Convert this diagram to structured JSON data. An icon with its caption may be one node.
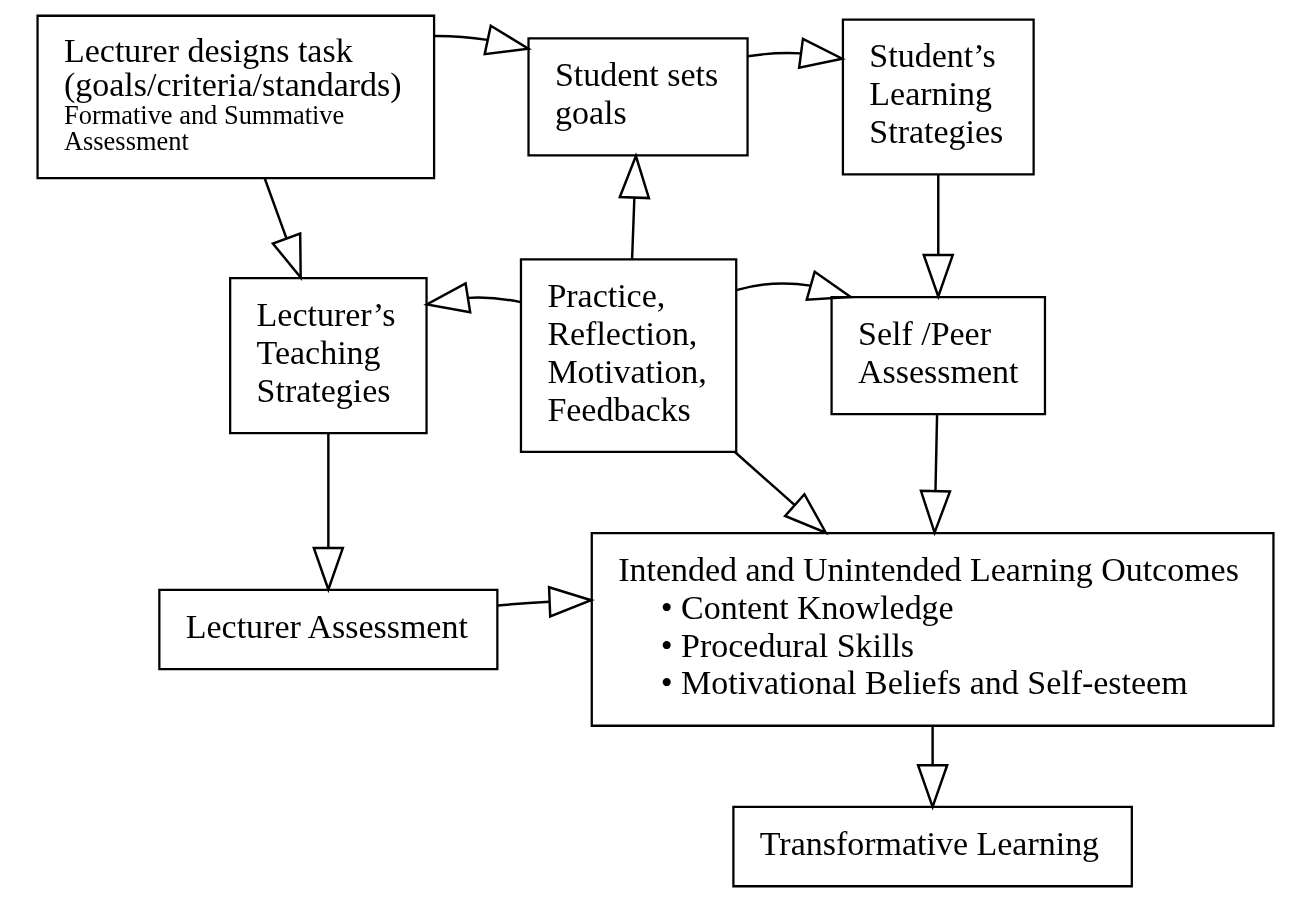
{
  "diagram": {
    "nodes": [
      {
        "text": [
          "Lecturer designs task (goals/criteria/standards)",
          "Formative and Summative Assessment"
        ]
      },
      {
        "text": [
          "Student sets goals"
        ]
      },
      {
        "text": [
          "Student’s Learning Strategies"
        ]
      },
      {
        "text": [
          "Lecturer’s Teaching Strategies"
        ]
      },
      {
        "text": [
          "Practice, Reflection, Motivation, Feedbacks"
        ]
      },
      {
        "text": [
          "Self /Peer Assessment"
        ]
      },
      {
        "text": [
          "Lecturer Assessment"
        ]
      },
      {
        "text": [
          "Intended and Unintended Learning Outcomes",
          "• Content Knowledge",
          "• Procedural Skills",
          "• Motivational Beliefs and Self-esteem"
        ]
      },
      {
        "text": [
          "Transformative Learning"
        ]
      }
    ],
    "edges": [
      {
        "from": 0,
        "to": 1,
        "arrow": "to"
      },
      {
        "from": 1,
        "to": 2,
        "arrow": "to"
      },
      {
        "from": 0,
        "to": 3,
        "arrow": "to"
      },
      {
        "from": 4,
        "to": 1,
        "arrow": "to"
      },
      {
        "from": 4,
        "to": 3,
        "arrow": "to"
      },
      {
        "from": 4,
        "to": 5,
        "arrow": "to"
      },
      {
        "from": 2,
        "to": 5,
        "arrow": "to"
      },
      {
        "from": 3,
        "to": 6,
        "arrow": "to"
      },
      {
        "from": 4,
        "to": 7,
        "arrow": "to"
      },
      {
        "from": 5,
        "to": 7,
        "arrow": "to"
      },
      {
        "from": 6,
        "to": 7,
        "arrow": "to"
      },
      {
        "from": 7,
        "to": 8,
        "arrow": "to"
      }
    ]
  }
}
